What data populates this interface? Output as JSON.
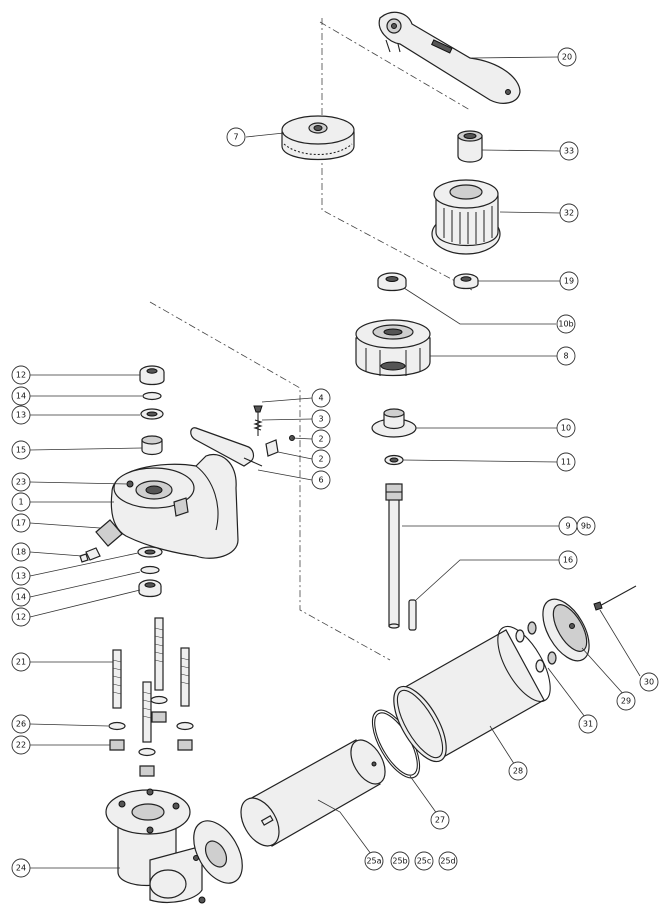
{
  "labels": {
    "p20": "20",
    "p7": "7",
    "p33": "33",
    "p32": "32",
    "p19": "19",
    "p10b": "10b",
    "p8": "8",
    "p4": "4",
    "p3": "3",
    "p2a": "2",
    "p2b": "2",
    "p6": "6",
    "p10": "10",
    "p11": "11",
    "p9": "9",
    "p9b": "9b",
    "p16": "16",
    "p12a": "12",
    "p14a": "14",
    "p13a": "13",
    "p15": "15",
    "p23": "23",
    "p1": "1",
    "p17": "17",
    "p18": "18",
    "p13b": "13",
    "p14b": "14",
    "p12b": "12",
    "p21": "21",
    "p26": "26",
    "p22": "22",
    "p24": "24",
    "p30": "30",
    "p29": "29",
    "p31": "31",
    "p28": "28",
    "p27": "27",
    "p25a": "25a",
    "p25b": "25b",
    "p25c": "25c",
    "p25d": "25d"
  }
}
